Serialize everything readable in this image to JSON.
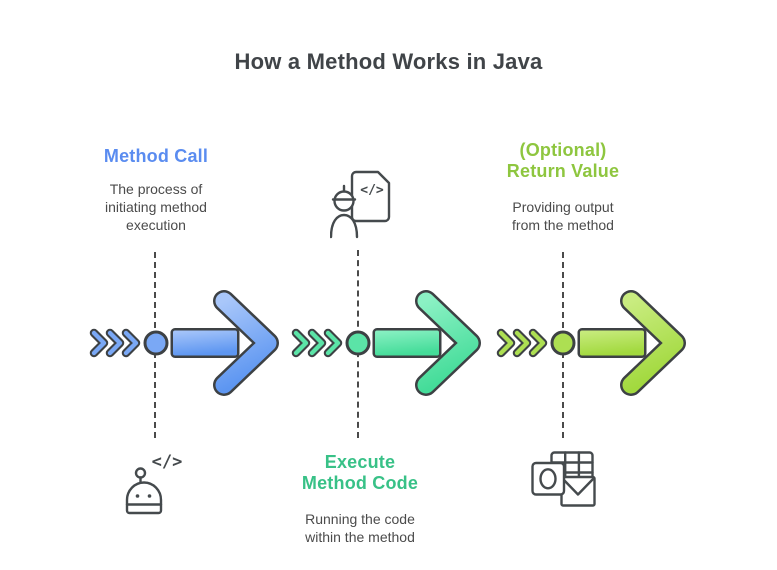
{
  "title": "How a Method Works in Java",
  "code_glyph": "</>",
  "steps": [
    {
      "label": "Method Call",
      "label_color": "#5a8cf0",
      "description": "The process of\ninitiating method\nexecution",
      "icon": "robot-code-icon",
      "icon_position": "bottom"
    },
    {
      "label": "Execute\nMethod Code",
      "label_color": "#38c187",
      "description": "Running the code\nwithin the method",
      "icon": "developer-code-document-icon",
      "icon_position": "top"
    },
    {
      "label": "(Optional)\nReturn Value",
      "label_color": "#8ec63f",
      "description": "Providing output\nfrom the method",
      "icon": "output-table-envelope-icon",
      "icon_position": "bottom"
    }
  ],
  "flows": [
    {
      "name": "blue",
      "fill": "#7aa8f5",
      "grad_top": "#a9c7fa",
      "grad_bottom": "#5d96f1"
    },
    {
      "name": "green",
      "fill": "#5be4a7",
      "grad_top": "#8bf1c4",
      "grad_bottom": "#44dc99"
    },
    {
      "name": "lime",
      "fill": "#addf52",
      "grad_top": "#c9ec80",
      "grad_bottom": "#a2d93e"
    }
  ],
  "outline_color": "#3d4144",
  "dash_color": "#4a4a4a",
  "background": "#ffffff"
}
